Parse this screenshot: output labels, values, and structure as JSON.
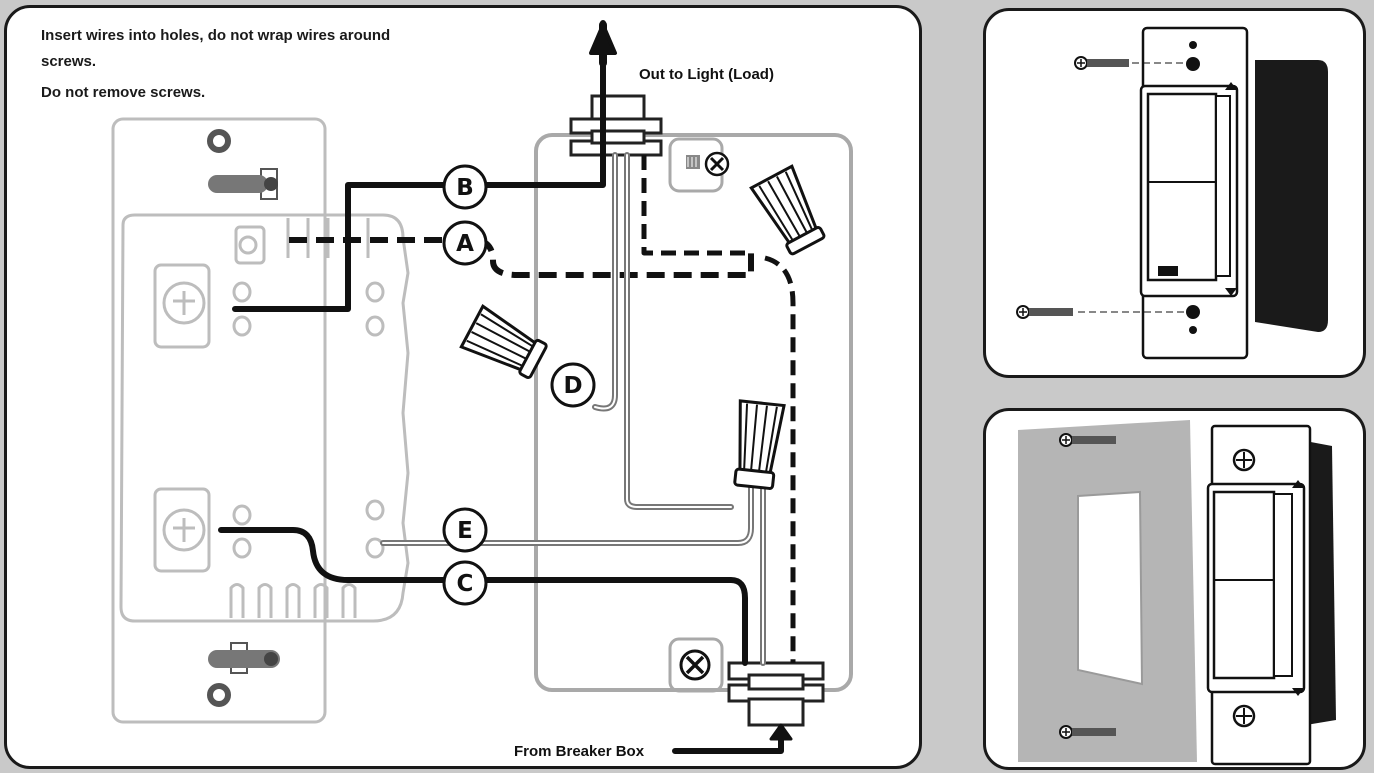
{
  "instructions": {
    "line1": "Insert wires into holes, do not wrap wires around",
    "line2": "screws.",
    "line3": "Do not remove screws."
  },
  "labels": {
    "out_to_light": "Out to Light (Load)",
    "from_breaker": "From Breaker Box"
  },
  "wire_labels": {
    "a": "A",
    "b": "B",
    "c": "C",
    "d": "D",
    "e": "E"
  },
  "colors": {
    "line": "#1a1a1a",
    "device_outline": "#bdbdbd",
    "box_outline": "#a9a9a9",
    "panel_background": "#c9c9c9"
  },
  "icons": {
    "fastened_screw_mark": "x-in-circle-icon",
    "up_arrow": "arrow-up-icon"
  }
}
